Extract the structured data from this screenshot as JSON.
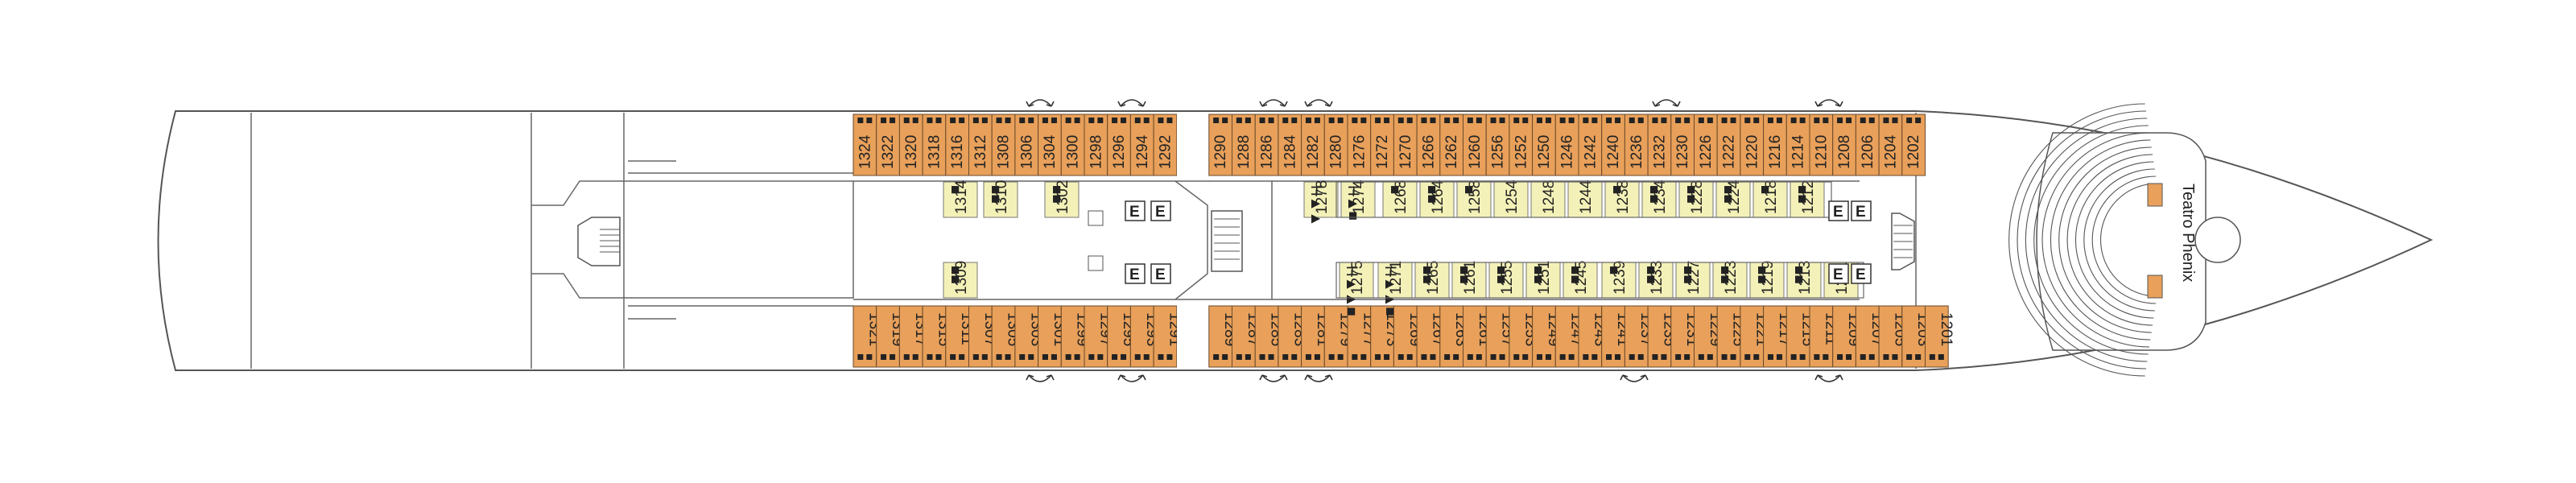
{
  "colors": {
    "outer_cabin": "#e8a05a",
    "inner_cabin": "#f4f1b8",
    "hull_line": "#555555",
    "elevator_fill": "#ffffff"
  },
  "outer_top": [
    {
      "n": "1324",
      "s": [
        1,
        1
      ]
    },
    {
      "n": "1322",
      "s": [
        1,
        1
      ]
    },
    {
      "n": "1320",
      "s": [
        1,
        1
      ]
    },
    {
      "n": "1318",
      "s": [
        1,
        1
      ]
    },
    {
      "n": "1316",
      "s": [
        1,
        1
      ]
    },
    {
      "n": "1312",
      "s": [
        1,
        1
      ]
    },
    {
      "n": "1308",
      "s": [
        1,
        1
      ]
    },
    {
      "n": "1306",
      "s": [
        1,
        1
      ]
    },
    {
      "n": "1304",
      "s": [
        1,
        1
      ]
    },
    {
      "n": "1300",
      "s": [
        1,
        1
      ]
    },
    {
      "n": "1298",
      "s": [
        1,
        1
      ]
    },
    {
      "n": "1296",
      "s": [
        1,
        1
      ]
    },
    {
      "n": "1294",
      "s": [
        1,
        1
      ]
    },
    {
      "n": "1292",
      "s": [
        1,
        1
      ]
    },
    {
      "n": "1290",
      "s": [
        1,
        1
      ]
    },
    {
      "n": "1288",
      "s": [
        1,
        1
      ]
    },
    {
      "n": "1286",
      "s": [
        1,
        1
      ]
    },
    {
      "n": "1284",
      "s": [
        1,
        1
      ]
    },
    {
      "n": "1282",
      "s": [
        1,
        1
      ]
    },
    {
      "n": "1280",
      "s": [
        1,
        1
      ]
    },
    {
      "n": "1276",
      "s": [
        1,
        1
      ]
    },
    {
      "n": "1272",
      "s": [
        1,
        1
      ]
    },
    {
      "n": "1270",
      "s": [
        1,
        1
      ]
    },
    {
      "n": "1266",
      "s": [
        1,
        1
      ]
    },
    {
      "n": "1262",
      "s": [
        1,
        1
      ]
    },
    {
      "n": "1260",
      "s": [
        1,
        1
      ]
    },
    {
      "n": "1256",
      "s": [
        1,
        1
      ]
    },
    {
      "n": "1252",
      "s": [
        1,
        1
      ]
    },
    {
      "n": "1250",
      "s": [
        1,
        1
      ]
    },
    {
      "n": "1246",
      "s": [
        1,
        1
      ]
    },
    {
      "n": "1242",
      "s": [
        1,
        1
      ]
    },
    {
      "n": "1240",
      "s": [
        1,
        1
      ]
    },
    {
      "n": "1236",
      "s": [
        1,
        1
      ]
    },
    {
      "n": "1232",
      "s": [
        1,
        1
      ]
    },
    {
      "n": "1230",
      "s": [
        1,
        1
      ]
    },
    {
      "n": "1226",
      "s": [
        1,
        1
      ]
    },
    {
      "n": "1222",
      "s": [
        1,
        1
      ]
    },
    {
      "n": "1220",
      "s": [
        1,
        1
      ]
    },
    {
      "n": "1216",
      "s": [
        1,
        1
      ]
    },
    {
      "n": "1214",
      "s": [
        1,
        1
      ]
    },
    {
      "n": "1210",
      "s": [
        1,
        1
      ]
    },
    {
      "n": "1208",
      "s": [
        1,
        1
      ]
    },
    {
      "n": "1206",
      "s": [
        1,
        1
      ]
    },
    {
      "n": "1204",
      "s": [
        1,
        1
      ]
    },
    {
      "n": "1202",
      "s": [
        1,
        1
      ]
    }
  ],
  "outer_bottom": [
    {
      "n": "1321",
      "s": [
        1,
        1
      ]
    },
    {
      "n": "1319",
      "s": [
        1,
        1
      ]
    },
    {
      "n": "1317",
      "s": [
        1,
        1
      ]
    },
    {
      "n": "1315",
      "s": [
        1,
        1
      ]
    },
    {
      "n": "1311",
      "s": [
        1,
        1
      ]
    },
    {
      "n": "1307",
      "s": [
        1,
        1
      ]
    },
    {
      "n": "1305",
      "s": [
        1,
        1
      ]
    },
    {
      "n": "1303",
      "s": [
        1,
        1
      ]
    },
    {
      "n": "1301",
      "s": [
        1,
        1
      ]
    },
    {
      "n": "1299",
      "s": [
        1,
        1
      ]
    },
    {
      "n": "1297",
      "s": [
        1,
        1
      ]
    },
    {
      "n": "1295",
      "s": [
        1,
        1
      ]
    },
    {
      "n": "1293",
      "s": [
        1,
        1
      ]
    },
    {
      "n": "1291",
      "s": [
        1,
        1
      ]
    },
    {
      "n": "1289",
      "s": [
        1,
        1
      ]
    },
    {
      "n": "1287",
      "s": [
        1,
        1
      ]
    },
    {
      "n": "1285",
      "s": [
        1,
        1
      ]
    },
    {
      "n": "1283",
      "s": [
        1,
        1
      ]
    },
    {
      "n": "1281",
      "s": [
        1,
        1
      ]
    },
    {
      "n": "1279",
      "s": [
        1,
        1
      ]
    },
    {
      "n": "1277",
      "s": [
        1,
        1
      ]
    },
    {
      "n": "1273",
      "s": [
        1,
        1
      ]
    },
    {
      "n": "1269",
      "s": [
        1,
        1
      ]
    },
    {
      "n": "1267",
      "s": [
        1,
        1
      ]
    },
    {
      "n": "1263",
      "s": [
        1,
        1
      ]
    },
    {
      "n": "1261",
      "s": [
        1,
        1
      ]
    },
    {
      "n": "1257",
      "s": [
        1,
        1
      ]
    },
    {
      "n": "1253",
      "s": [
        1,
        1
      ]
    },
    {
      "n": "1249",
      "s": [
        1,
        1
      ]
    },
    {
      "n": "1247",
      "s": [
        1,
        1
      ]
    },
    {
      "n": "1243",
      "s": [
        1,
        1
      ]
    },
    {
      "n": "1241",
      "s": [
        1,
        1
      ]
    },
    {
      "n": "1237",
      "s": [
        1,
        1
      ]
    },
    {
      "n": "1235",
      "s": [
        1,
        1
      ]
    },
    {
      "n": "1231",
      "s": [
        1,
        1
      ]
    },
    {
      "n": "1229",
      "s": [
        1,
        1
      ]
    },
    {
      "n": "1225",
      "s": [
        1,
        1
      ]
    },
    {
      "n": "1221",
      "s": [
        1,
        1
      ]
    },
    {
      "n": "1217",
      "s": [
        1,
        1
      ]
    },
    {
      "n": "1215",
      "s": [
        1,
        1
      ]
    },
    {
      "n": "1211",
      "s": [
        1,
        1
      ]
    },
    {
      "n": "1209",
      "s": [
        1,
        1
      ]
    },
    {
      "n": "1207",
      "s": [
        1,
        1
      ]
    },
    {
      "n": "1205",
      "s": [
        1,
        1
      ]
    },
    {
      "n": "1203",
      "s": [
        1,
        1
      ]
    },
    {
      "n": "1201",
      "s": [
        1,
        1
      ]
    }
  ],
  "inner_top": [
    {
      "n": "1314",
      "s": "■"
    },
    {
      "n": "1310",
      "s": "■■"
    },
    {
      "n": "1302",
      "s": "■■"
    },
    {
      "n": "1278",
      "s": "H▲▲"
    },
    {
      "n": "1274",
      "s": "H▲■"
    },
    {
      "n": "1268",
      "s": "■"
    },
    {
      "n": "1264",
      "s": "■■"
    },
    {
      "n": "1258",
      "s": "■"
    },
    {
      "n": "1254",
      "s": ""
    },
    {
      "n": "1248",
      "s": ""
    },
    {
      "n": "1244",
      "s": ""
    },
    {
      "n": "1238",
      "s": "■"
    },
    {
      "n": "1234",
      "s": "■■"
    },
    {
      "n": "1228",
      "s": "■■"
    },
    {
      "n": "1224",
      "s": "■■"
    },
    {
      "n": "1218",
      "s": "■"
    },
    {
      "n": "1212",
      "s": "■■"
    }
  ],
  "inner_bottom": [
    {
      "n": "1309",
      "s": "■■"
    },
    {
      "n": "1275",
      "s": "H▲▲■"
    },
    {
      "n": "1271",
      "s": "H▲▲■"
    },
    {
      "n": "1265",
      "s": "■■"
    },
    {
      "n": "1261",
      "s": "■■"
    },
    {
      "n": "1255",
      "s": "■■"
    },
    {
      "n": "1251",
      "s": "■■"
    },
    {
      "n": "1245",
      "s": "■■"
    },
    {
      "n": "1239",
      "s": "■"
    },
    {
      "n": "1233",
      "s": "■■"
    },
    {
      "n": "1227",
      "s": "■■"
    },
    {
      "n": "1223",
      "s": "■■"
    },
    {
      "n": "1219",
      "s": "■■"
    },
    {
      "n": "1213",
      "s": "■■"
    },
    {
      "n": "1211",
      "s": "■"
    }
  ],
  "elevator_label": "E",
  "theatre": {
    "name": "Teatro Phenix"
  }
}
